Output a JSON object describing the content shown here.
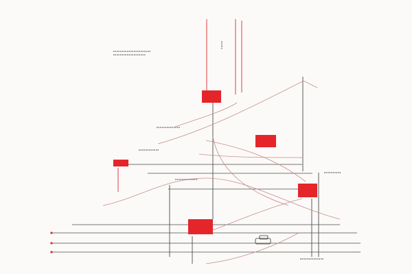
{
  "canvas": {
    "background": "#fbfaf8"
  },
  "palette": {
    "accent": "#e4262b",
    "line": "#4a4a4a",
    "faint": "#c9b6b6"
  },
  "boxes": [
    {
      "id": "box-1",
      "label": ""
    },
    {
      "id": "box-2",
      "label": ""
    },
    {
      "id": "box-3",
      "label": ""
    },
    {
      "id": "box-4",
      "label": ""
    },
    {
      "id": "box-5",
      "label": ""
    }
  ],
  "labels": [
    {
      "id": "label-a",
      "text": ""
    },
    {
      "id": "label-b",
      "text": ""
    },
    {
      "id": "label-c",
      "text": ""
    },
    {
      "id": "label-d",
      "text": ""
    },
    {
      "id": "label-e",
      "text": ""
    },
    {
      "id": "label-f",
      "text": ""
    }
  ]
}
